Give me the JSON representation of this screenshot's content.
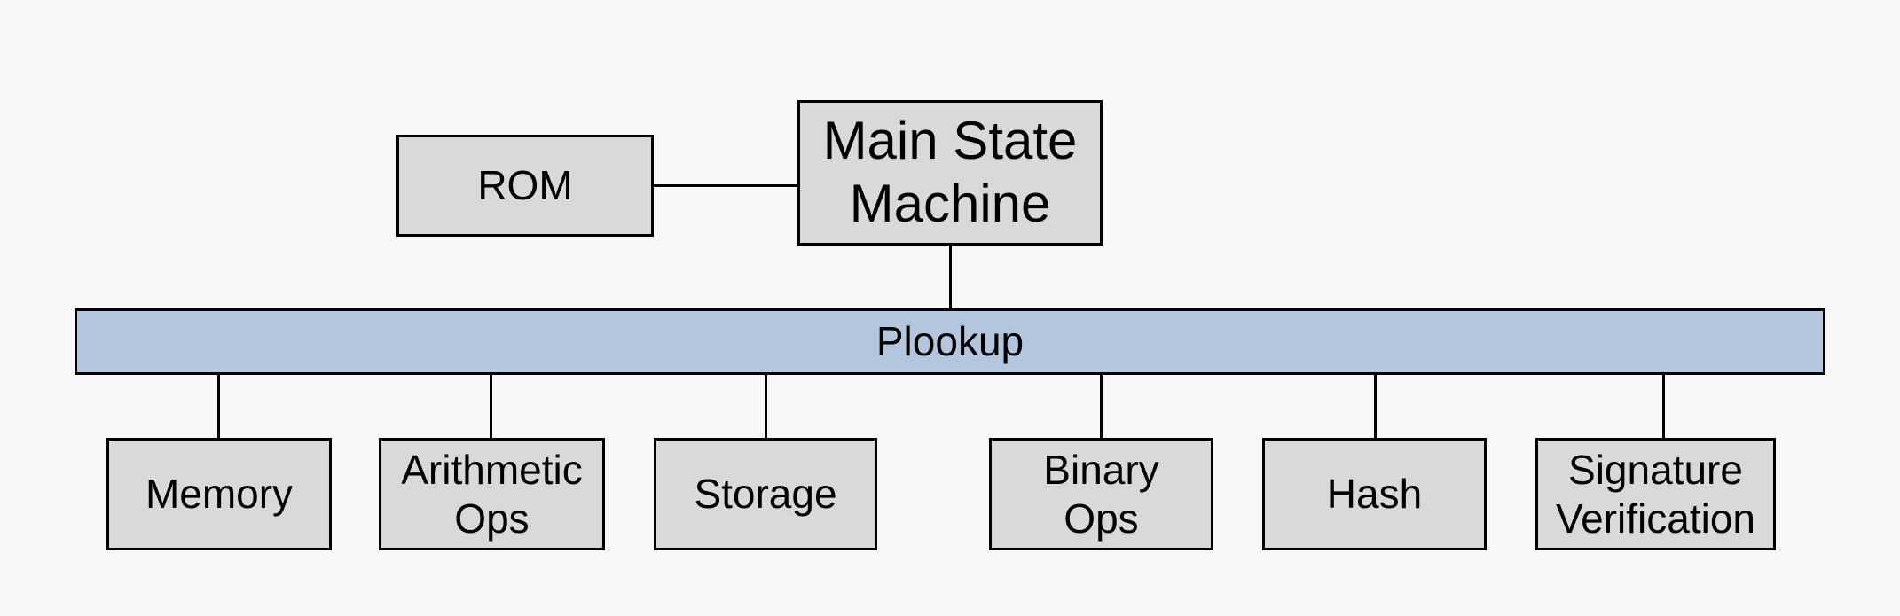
{
  "diagram": {
    "colors": {
      "bg": "#f8f8f8",
      "node_fill": "#d9d9d9",
      "bus_fill": "#b4c6de",
      "line": "#000000",
      "text": "#000000"
    },
    "nodes": {
      "rom": {
        "label": "ROM"
      },
      "main_state_machine": {
        "label": "Main State\nMachine"
      },
      "plookup_bus": {
        "label": "Plookup"
      }
    },
    "modules": [
      {
        "label": "Memory"
      },
      {
        "label": "Arithmetic\nOps"
      },
      {
        "label": "Storage"
      },
      {
        "label": "Binary\nOps"
      },
      {
        "label": "Hash"
      },
      {
        "label": "Signature\nVerification"
      }
    ],
    "edges": [
      {
        "from": "rom",
        "to": "main_state_machine"
      },
      {
        "from": "main_state_machine",
        "to": "plookup_bus"
      },
      {
        "from": "plookup_bus",
        "to": "memory"
      },
      {
        "from": "plookup_bus",
        "to": "arithmetic_ops"
      },
      {
        "from": "plookup_bus",
        "to": "storage"
      },
      {
        "from": "plookup_bus",
        "to": "binary_ops"
      },
      {
        "from": "plookup_bus",
        "to": "hash"
      },
      {
        "from": "plookup_bus",
        "to": "signature_verification"
      }
    ]
  }
}
